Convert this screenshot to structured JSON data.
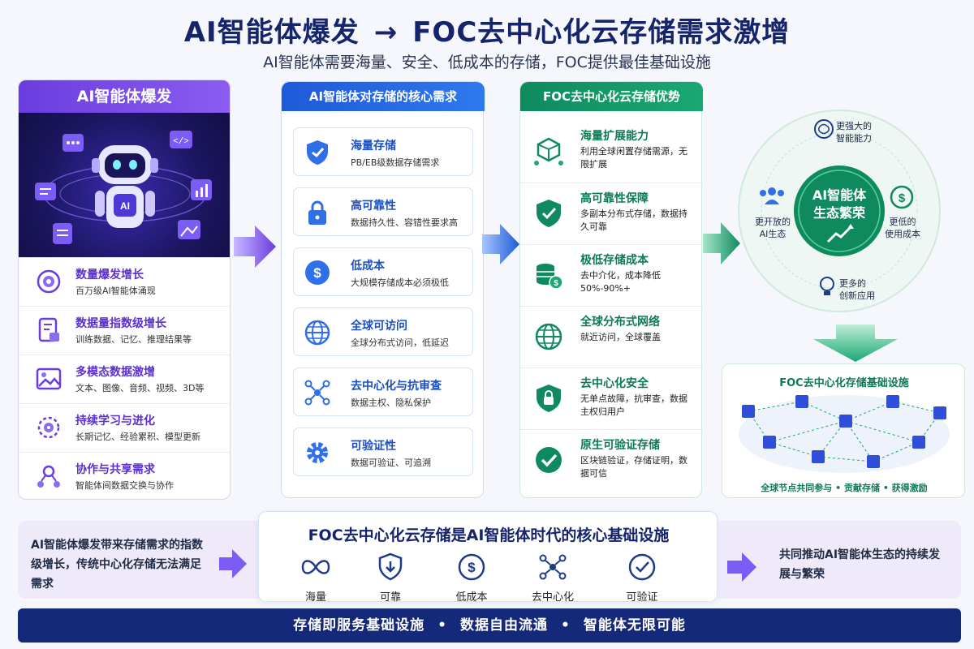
{
  "header": {
    "title_left": "AI智能体爆发",
    "title_arrow": "→",
    "title_right": "FOC去中心化云存储需求激增",
    "subtitle": "AI智能体需要海量、安全、低成本的存储，FOC提供最佳基础设施"
  },
  "col1": {
    "title": "AI智能体爆发",
    "robot_label": "AI",
    "items": [
      {
        "title": "数量爆发增长",
        "desc": "百万级AI智能体涌现"
      },
      {
        "title": "数据量指数级增长",
        "desc": "训练数据、记忆、推理结果等"
      },
      {
        "title": "多模态数据激增",
        "desc": "文本、图像、音频、视频、3D等"
      },
      {
        "title": "持续学习与进化",
        "desc": "长期记忆、经验累积、模型更新"
      },
      {
        "title": "协作与共享需求",
        "desc": "智能体间数据交换与协作"
      }
    ]
  },
  "col2": {
    "title": "AI智能体对存储的核心需求",
    "items": [
      {
        "title": "海量存储",
        "desc": "PB/EB级数据存储需求"
      },
      {
        "title": "高可靠性",
        "desc": "数据持久性、容错性要求高"
      },
      {
        "title": "低成本",
        "desc": "大规模存储成本必须极低"
      },
      {
        "title": "全球可访问",
        "desc": "全球分布式访问，低延迟"
      },
      {
        "title": "去中心化与抗审查",
        "desc": "数据主权、隐私保护"
      },
      {
        "title": "可验证性",
        "desc": "数据可验证、可追溯"
      }
    ]
  },
  "col3": {
    "title": "FOC去中心化云存储优势",
    "items": [
      {
        "title": "海量扩展能力",
        "desc": "利用全球闲置存储需源，无限扩展"
      },
      {
        "title": "高可靠性保障",
        "desc": "多副本分布式存储，数据持久可靠"
      },
      {
        "title": "极低存储成本",
        "desc": "去中介化，成本降低50%-90%+"
      },
      {
        "title": "全球分布式网络",
        "desc": "就近访问，全球覆盖"
      },
      {
        "title": "去中心化安全",
        "desc": "无单点故障，抗审查，数据主权归用户"
      },
      {
        "title": "原生可验证存储",
        "desc": "区块链验证，存储证明，数据可信"
      }
    ]
  },
  "ecosystem": {
    "center_line1": "AI智能体",
    "center_line2": "生态繁荣",
    "top_line1": "更强大的",
    "top_line2": "智能能力",
    "left_line1": "更开放的",
    "left_line2": "AI生态",
    "right_line1": "更低的",
    "right_line2": "使用成本",
    "bottom_line1": "更多的",
    "bottom_line2": "创新应用"
  },
  "infra": {
    "title": "FOC去中心化存储基础设施",
    "footer": "全球节点共同参与 • 贡献存储 • 获得激励"
  },
  "bottom": {
    "left_text": "AI智能体爆发带来存储需求的指数级增长，传统中心化存储无法满足需求",
    "mid_title": "FOC去中心化云存储是AI智能体时代的核心基础设施",
    "mid_items": [
      "海量",
      "可靠",
      "低成本",
      "去中心化",
      "可验证"
    ],
    "right_text": "共同推动AI智能体生态的持续发展与繁荣",
    "banner_1": "存储即服务基础设施",
    "banner_2": "数据自由流通",
    "banner_3": "智能体无限可能",
    "banner_sep": "•"
  },
  "colors": {
    "purple": "#6a3de0",
    "blue": "#1e5ad8",
    "green": "#0f8a5f",
    "navy": "#15297a"
  }
}
